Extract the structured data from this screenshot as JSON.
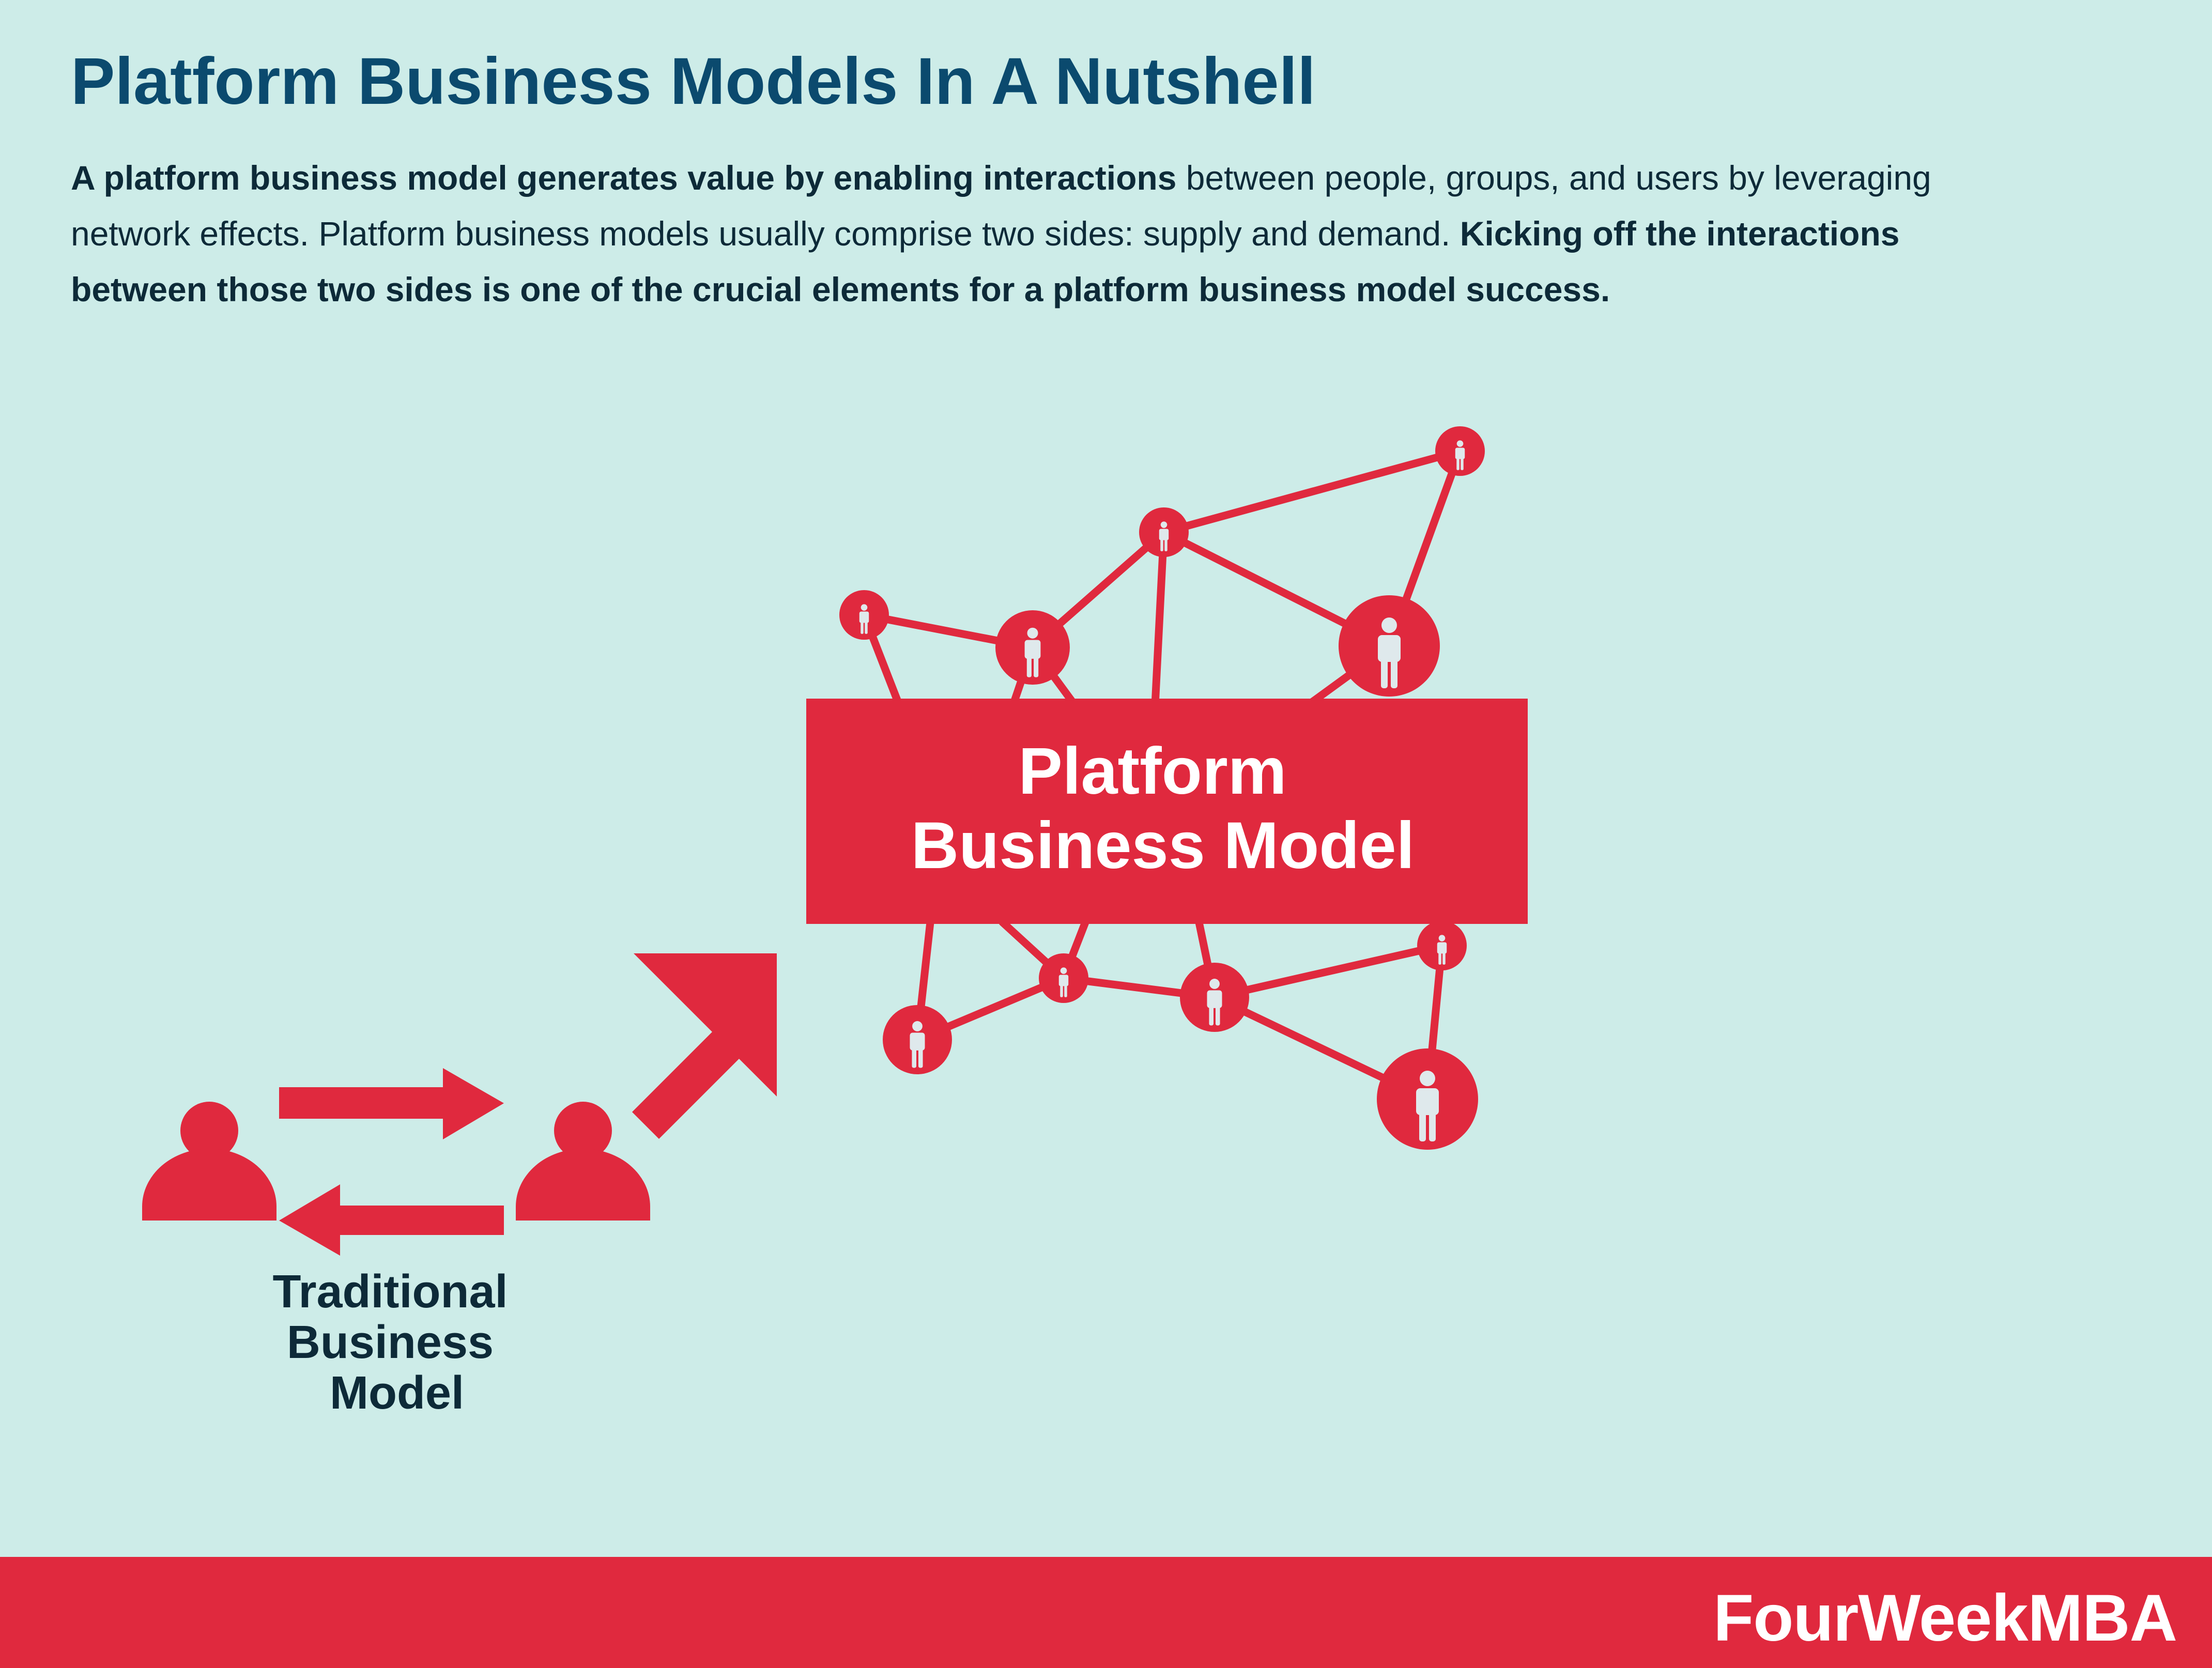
{
  "header": {
    "title": "Platform Business Models In A Nutshell",
    "intro": [
      {
        "text": "A platform business model generates value by enabling interactions",
        "bold": true
      },
      {
        "text": " between people, groups, and users by leveraging network effects. Platform business models usually comprise two sides: supply and demand. ",
        "bold": false
      },
      {
        "text": "Kicking off the interactions between those two sides is one of the crucial elements for a platform business model success.",
        "bold": true
      }
    ]
  },
  "diagram": {
    "platform_label_line1": "Platform",
    "platform_label_line2": "Business Model",
    "traditional_label_line1": "Traditional",
    "traditional_label_line2": "Business",
    "traditional_label_line3": "Model"
  },
  "footer": {
    "brand": "FourWeekMBA"
  },
  "colors": {
    "background": "#cdece8",
    "accent_red": "#e0293e",
    "title_blue": "#0b4a6e",
    "text_dark": "#0d2a38",
    "icon_light": "#dfe9ec"
  },
  "icons": [
    "person-icon",
    "arrow-right-icon",
    "arrow-left-icon",
    "arrow-diagonal-icon"
  ]
}
